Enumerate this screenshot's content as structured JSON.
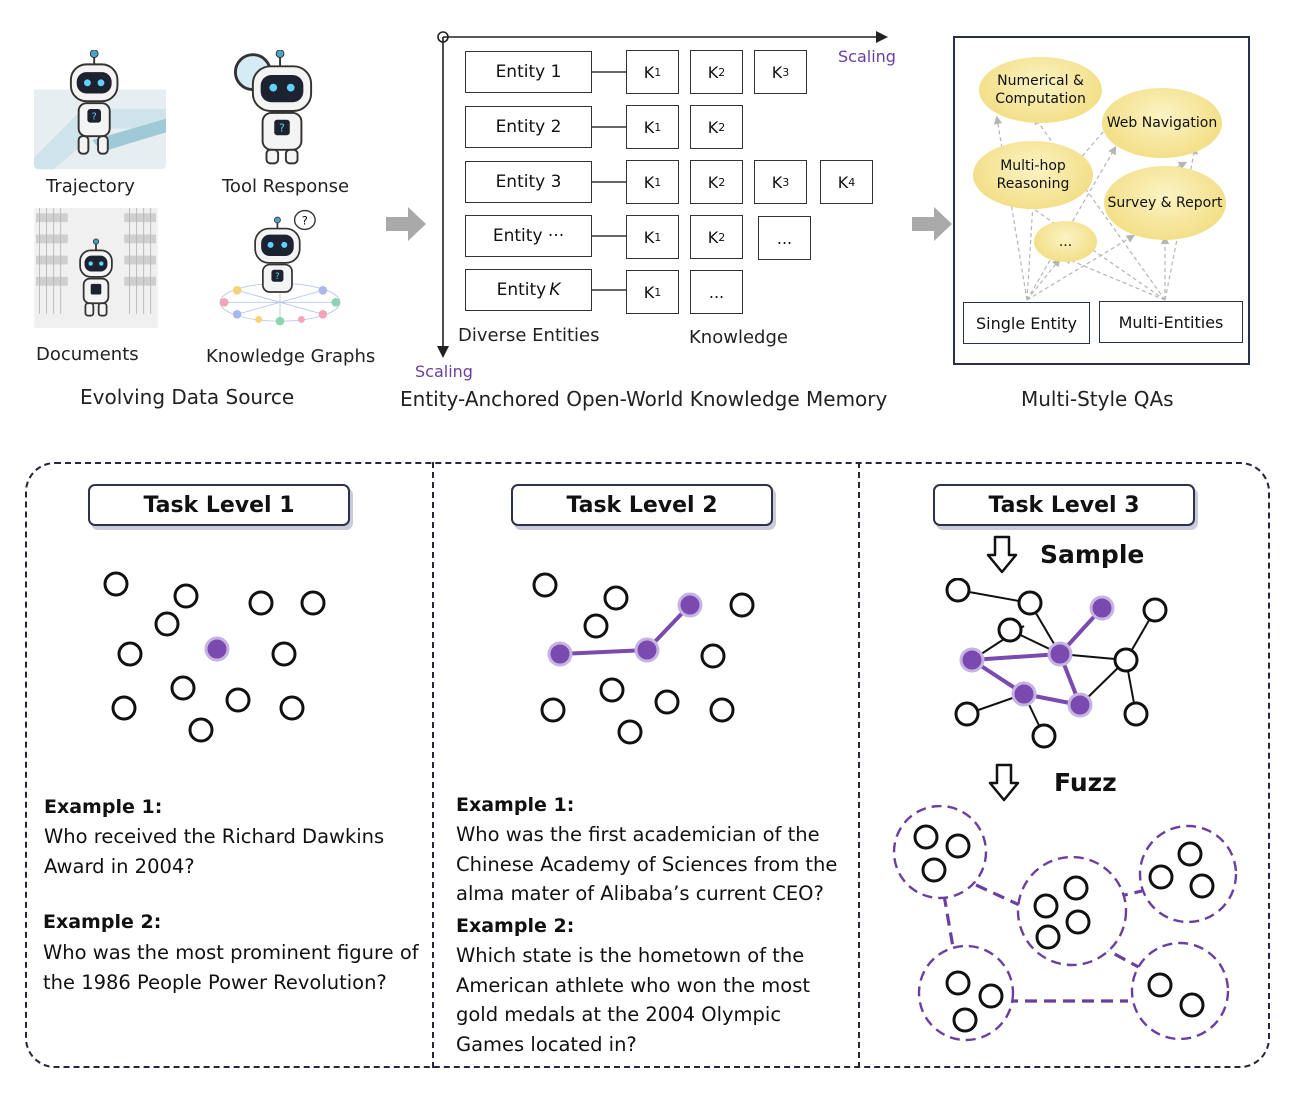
{
  "top": {
    "sources": {
      "items": [
        "Trajectory",
        "Tool Response",
        "Documents",
        "Knowledge Graphs"
      ],
      "caption": "Evolving Data Source"
    },
    "memory": {
      "entities": [
        "Entity 1",
        "Entity 2",
        "Entity 3",
        "Entity ···",
        "Entity K"
      ],
      "knowledge_rows": [
        [
          "K1",
          "K2",
          "K3"
        ],
        [
          "K1",
          "K2"
        ],
        [
          "K1",
          "K2",
          "K3",
          "K4"
        ],
        [
          "K1",
          "K2",
          "..."
        ],
        [
          "K1",
          "..."
        ]
      ],
      "scaling_x": "Scaling",
      "scaling_y": "Scaling",
      "label_entities": "Diverse Entities",
      "label_knowledge": "Knowledge",
      "caption": "Entity-Anchored Open-World Knowledge Memory"
    },
    "qa": {
      "styles": [
        "Numerical & Computation",
        "Web Navigation",
        "Multi-hop Reasoning",
        "Survey & Report",
        "..."
      ],
      "single": "Single Entity",
      "multi": "Multi-Entities",
      "caption": "Multi-Style QAs"
    }
  },
  "tasks": [
    {
      "title": "Task Level 1",
      "ex1_title": "Example 1:",
      "ex1_text": "Who received the Richard Dawkins Award in 2004?",
      "ex2_title": "Example 2:",
      "ex2_text": "Who was the most prominent figure of the 1986 People Power Revolution?"
    },
    {
      "title": "Task Level 2",
      "ex1_title": "Example 1:",
      "ex1_text": "Who was the first academician of the Chinese Academy of Sciences from the alma mater of Alibaba’s current CEO?",
      "ex2_title": "Example 2:",
      "ex2_text": "Which state is the hometown of the American athlete who won the most gold medals at the 2004 Olympic Games located in?"
    },
    {
      "title": "Task Level 3",
      "step1": "Sample",
      "step2": "Fuzz"
    }
  ],
  "colors": {
    "accent": "#6b3fa0",
    "node_fill": "#7a4ab0",
    "frame": "#23263d",
    "arrow_gray": "#a9a9a9"
  }
}
